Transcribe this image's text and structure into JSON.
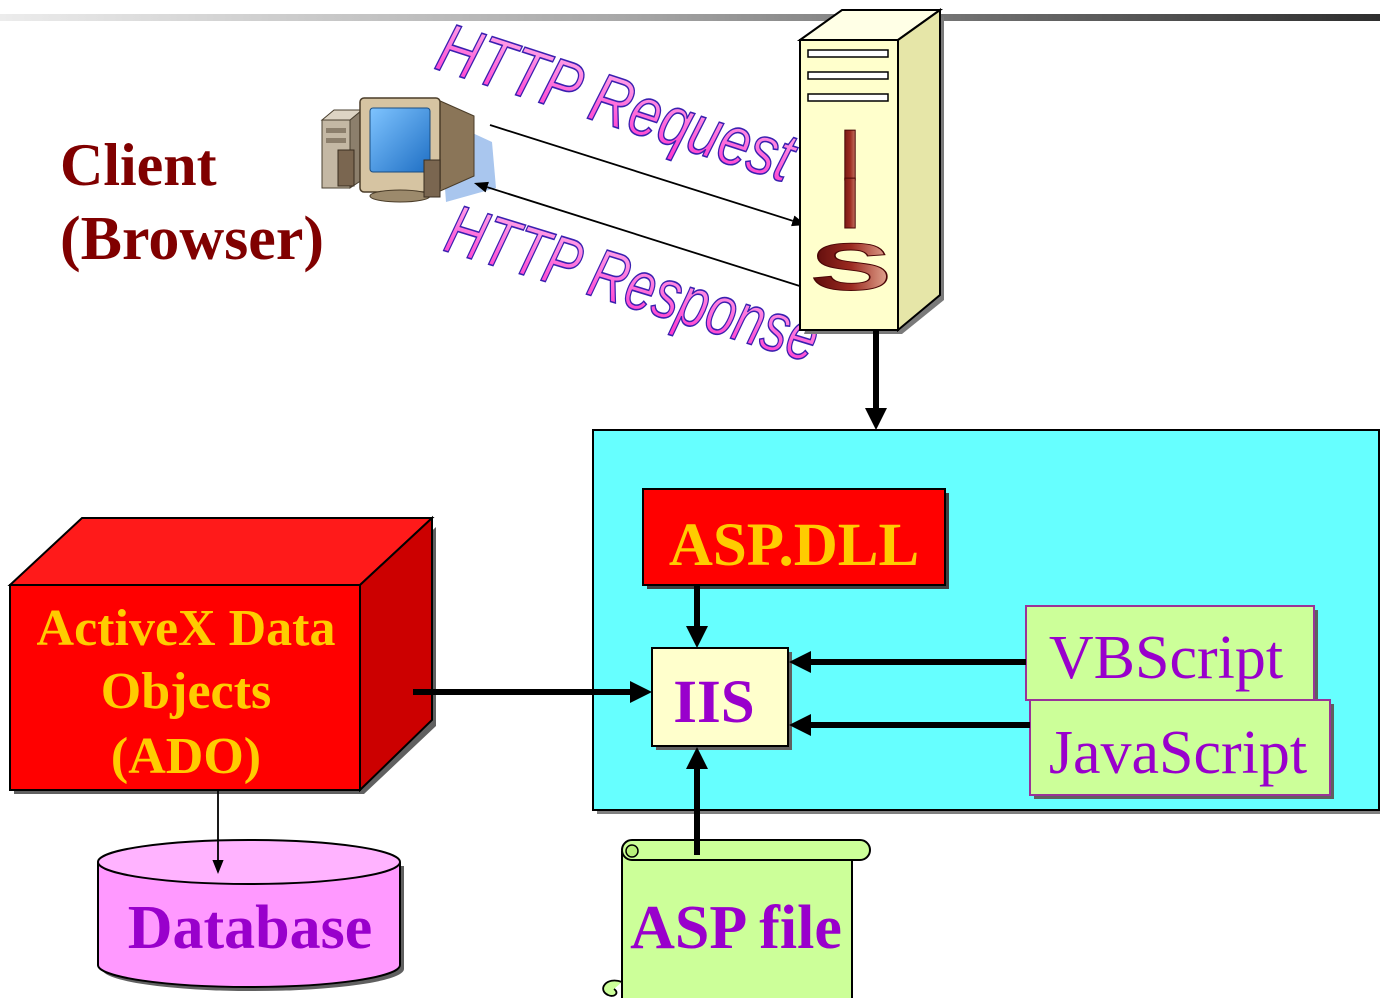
{
  "client": {
    "line1": "Client",
    "line2": "(Browser)"
  },
  "http": {
    "request": "HTTP Request",
    "response": "HTTP Response"
  },
  "server": {
    "letters": [
      "I",
      "I",
      "S"
    ]
  },
  "asp_dll": {
    "label": "ASP.DLL"
  },
  "iis": {
    "label": "IIS"
  },
  "vbscript": {
    "label": "VBScript"
  },
  "javascript": {
    "label": "JavaScript"
  },
  "ado": {
    "lines": [
      "ActiveX Data",
      "Objects",
      "(ADO)"
    ]
  },
  "database": {
    "label": "Database"
  },
  "asp_file": {
    "label": "ASP file"
  },
  "colors": {
    "client_text": "#800000",
    "wordart_fill": "#ff66cc",
    "wordart_outline": "#3a1fb0",
    "server_face": "#ffffcc",
    "server_letters": "#8b1a1a",
    "container": "#66ffff",
    "red_box": "#ff0000",
    "gold_text": "#ffcc00",
    "purple_text": "#9900cc",
    "iis_box": "#ffffcc",
    "script_box": "#ccff99",
    "script_border": "#993399",
    "database": "#ff99ff",
    "asp_file": "#ccff99"
  }
}
